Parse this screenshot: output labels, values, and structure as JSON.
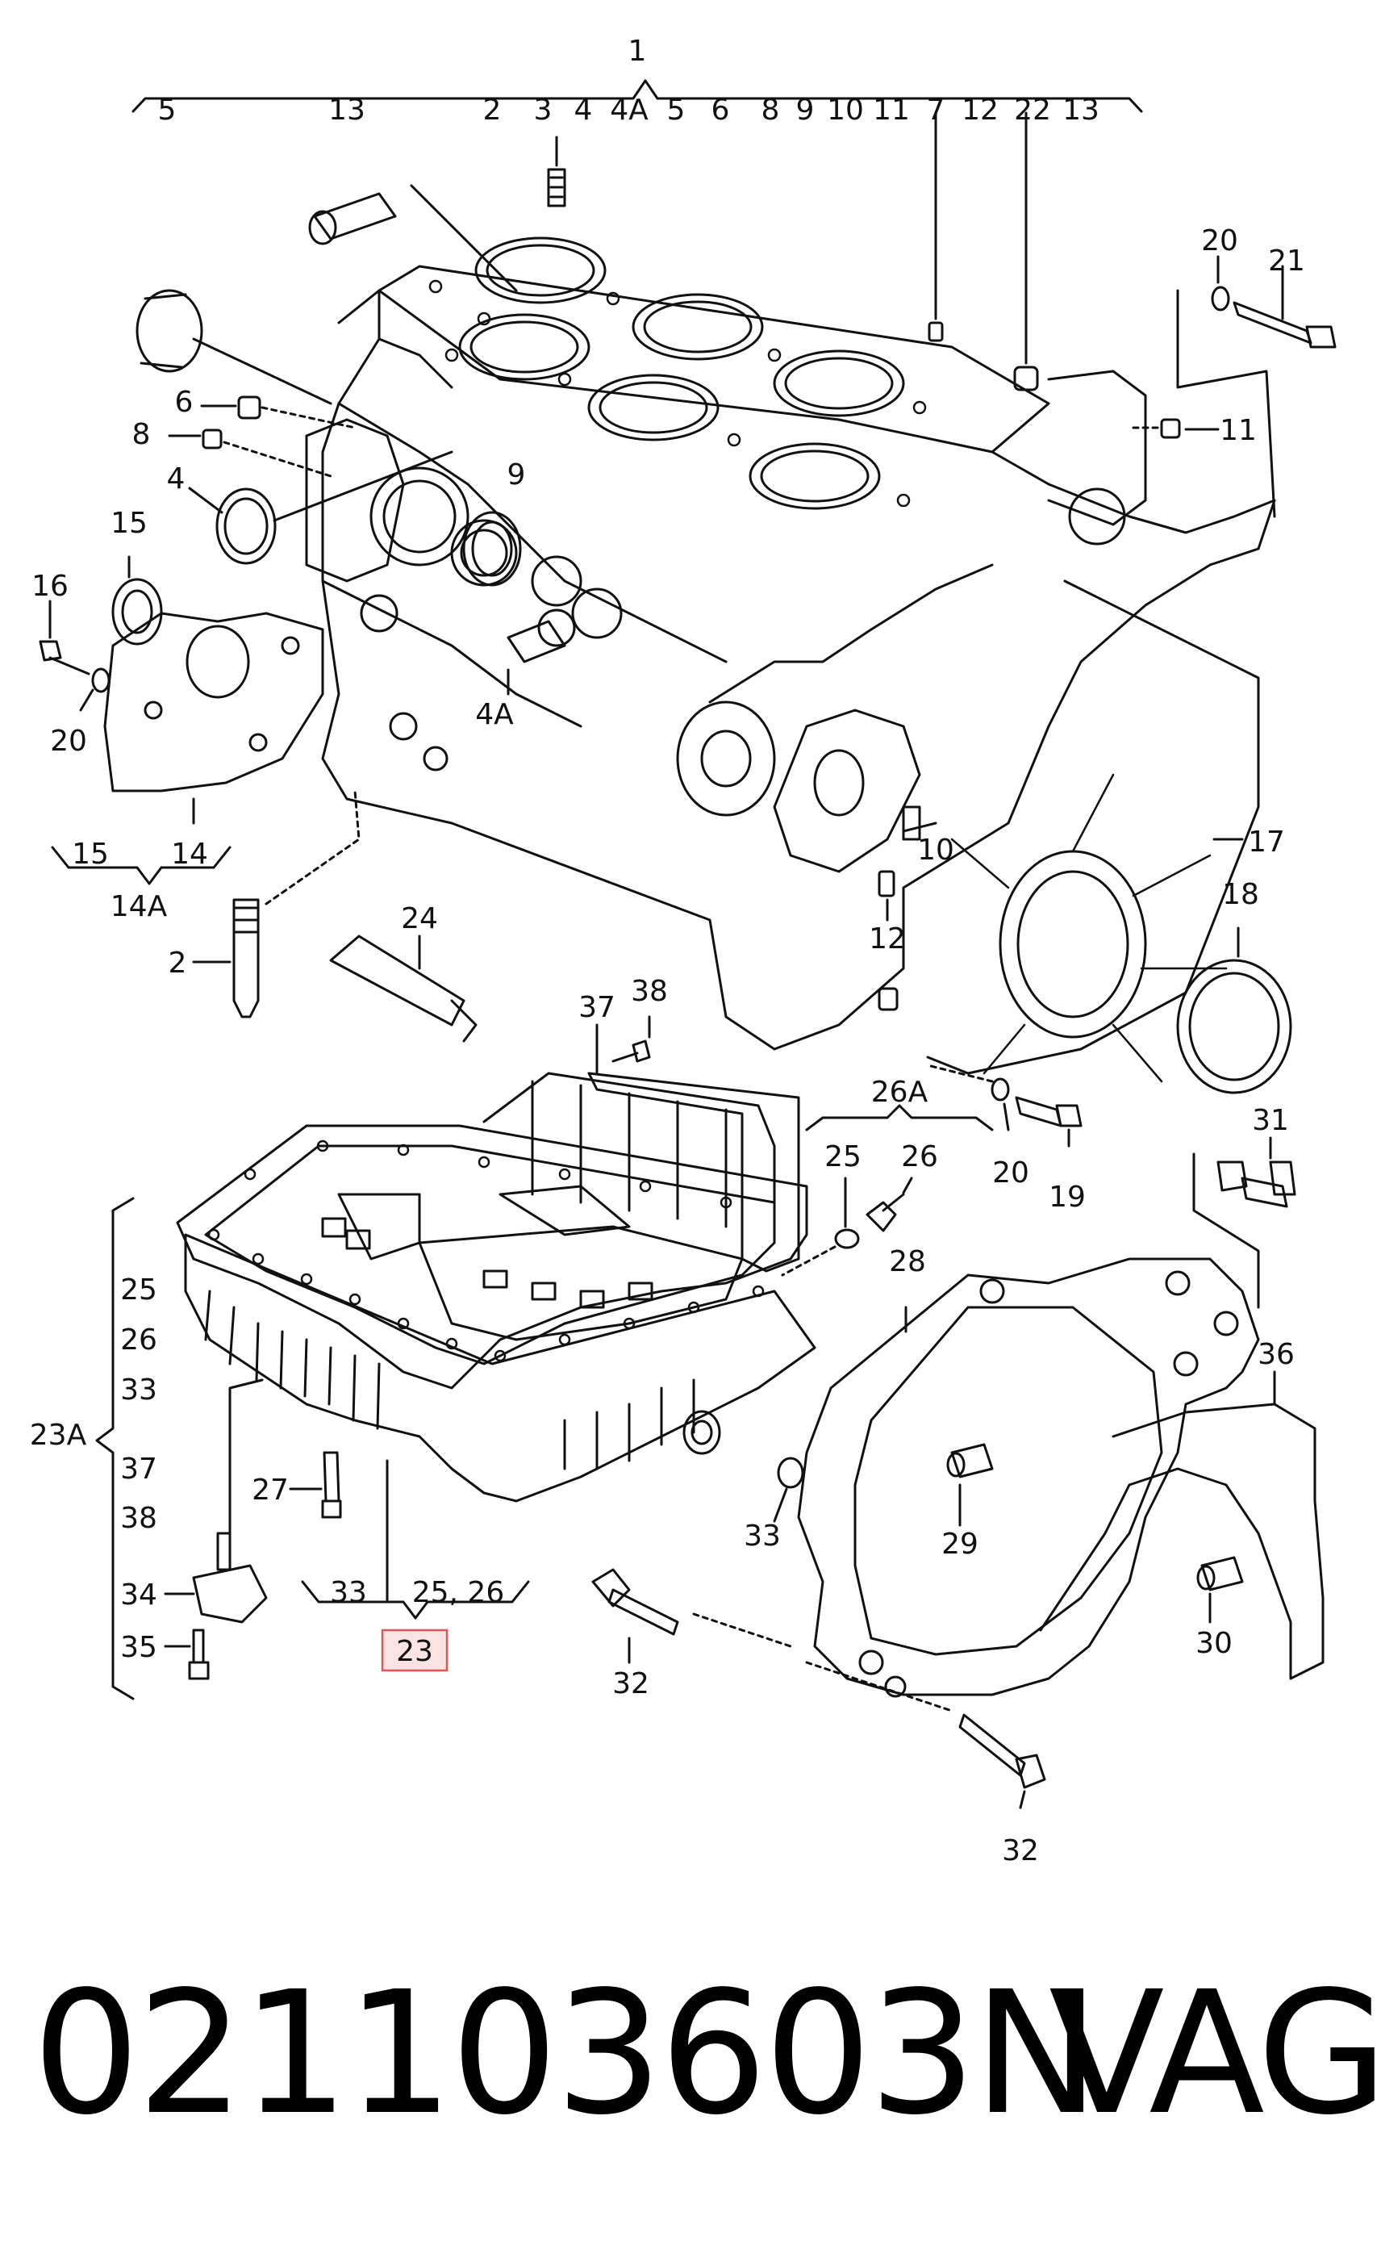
{
  "callouts": {
    "c1": "1",
    "top_row": [
      "5",
      "13",
      "2",
      "3",
      "4",
      "4A",
      "5",
      "6",
      "8",
      "9",
      "10",
      "11",
      "7",
      "12",
      "22",
      "13"
    ],
    "c20a": "20",
    "c21": "21",
    "c11": "11",
    "c6": "6",
    "c8": "8",
    "c4": "4",
    "c9": "9",
    "c15": "15",
    "c16": "16",
    "c20b": "20",
    "c4A": "4A",
    "c15b": "15",
    "c14b": "14",
    "c14A": "14A",
    "c10": "10",
    "c17": "17",
    "c12": "12",
    "c18": "18",
    "c2": "2",
    "c24": "24",
    "c37": "37",
    "c38": "38",
    "c26A": "26A",
    "c25": "25",
    "c26": "26",
    "c20c": "20",
    "c19": "19",
    "c31": "31",
    "c28": "28",
    "c36": "36",
    "side_list": [
      "25",
      "26",
      "33",
      "37",
      "38"
    ],
    "c23A": "23A",
    "c27": "27",
    "c34": "34",
    "c35": "35",
    "c33a": "33",
    "c2526": "25, 26",
    "c23": "23",
    "c33b": "33",
    "c29": "29",
    "c30": "30",
    "c32a": "32",
    "c32b": "32"
  },
  "footer": {
    "part_number": "021103603N",
    "brand": "VAG"
  },
  "colors": {
    "line": "#111111",
    "highlight": "#e05555",
    "highlight_fill": "#fbe3e3"
  }
}
